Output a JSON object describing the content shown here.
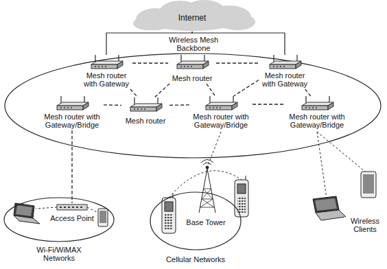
{
  "diagram": {
    "nodes": [
      {
        "text": [
          "Internet"
        ]
      },
      {
        "text": [
          "Wireless Mesh Backbone"
        ]
      },
      {
        "text": [
          "Mesh router with Gateway"
        ],
        "in": 1
      },
      {
        "text": [
          "Mesh router"
        ],
        "in": 1
      },
      {
        "text": [
          "Mesh router with Gateway"
        ],
        "in": 1
      },
      {
        "text": [
          "Mesh router with Gateway/Bridge"
        ],
        "in": 1
      },
      {
        "text": [
          "Mesh router"
        ],
        "in": 1
      },
      {
        "text": [
          "Mesh router with Gateway/Bridge"
        ],
        "in": 1
      },
      {
        "text": [
          "Mesh router with Gateway/Bridge"
        ],
        "in": 1
      },
      {
        "text": [
          "Wi-Fi/WiMAX Networks"
        ]
      },
      {
        "text": [
          "Access Point"
        ],
        "in": 9
      },
      {
        "text": [
          "Cellular Networks"
        ]
      },
      {
        "text": [
          "Base Tower"
        ],
        "in": 11
      }
    ],
    "edges": [
      {
        "from": 0,
        "to": 2,
        "arrow": "none"
      },
      {
        "from": 0,
        "to": 4,
        "arrow": "none"
      },
      {
        "from": 2,
        "to": 3,
        "arrow": "none"
      },
      {
        "from": 3,
        "to": 4,
        "arrow": "none"
      },
      {
        "from": 2,
        "to": 6,
        "arrow": "none"
      },
      {
        "from": 3,
        "to": 6,
        "arrow": "none"
      },
      {
        "from": 3,
        "to": 7,
        "arrow": "none"
      },
      {
        "from": 4,
        "to": 7,
        "arrow": "none"
      },
      {
        "from": 4,
        "to": 8,
        "arrow": "none"
      },
      {
        "from": 5,
        "to": 6,
        "arrow": "none"
      },
      {
        "from": 6,
        "to": 7,
        "arrow": "none"
      },
      {
        "from": 7,
        "to": 8,
        "arrow": "none"
      },
      {
        "from": 5,
        "to": 10,
        "arrow": "none"
      }
    ],
    "labels": [
      "Wireless Clients"
    ]
  }
}
